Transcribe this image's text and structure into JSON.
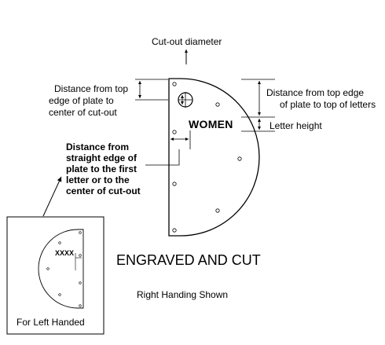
{
  "labels": {
    "cutout_diameter": "Cut-out diameter",
    "distance_top_center": [
      "Distance from top",
      "edge of plate to",
      "center of cut-out"
    ],
    "distance_top_letters": [
      "Distance from top edge",
      "of plate to top of letters"
    ],
    "letter_height": "Letter height",
    "distance_straight_edge": [
      "Distance from",
      "straight edge of",
      "plate to the first",
      "letter or to the",
      "center of cut-out"
    ],
    "plate_text": "WOMEN",
    "engraved_and_cut": "ENGRAVED AND CUT",
    "right_handing": "Right Handing Shown",
    "left_handed": "For Left Handed",
    "inset_text": "XXXX"
  }
}
